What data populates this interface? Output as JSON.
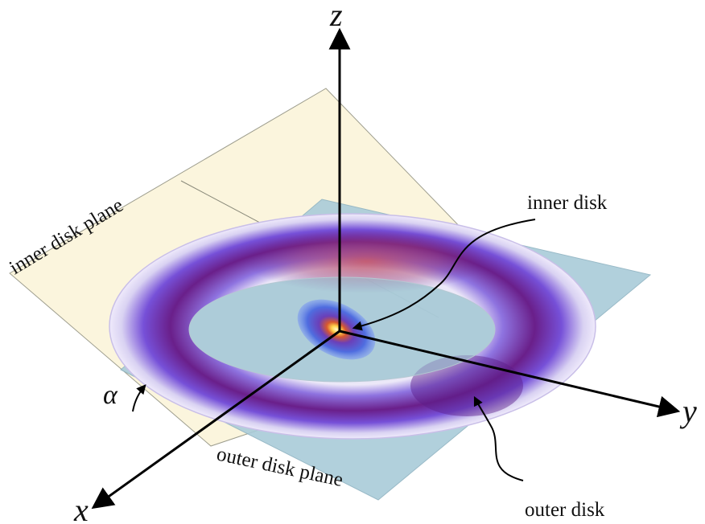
{
  "axes": {
    "x": "x",
    "y": "y",
    "z": "z"
  },
  "angle_label": "α",
  "labels": {
    "inner_disk": "inner disk",
    "outer_disk": "outer disk",
    "inner_disk_plane": "inner disk plane",
    "outer_disk_plane": "outer disk plane"
  },
  "colors": {
    "inner_plane_fill": "#fbf5dc",
    "outer_plane_fill": "#a9cbd9",
    "ring_light": "#e9e4f6",
    "ring_mid": "#6b4fd6",
    "ring_dark": "#6a1f8a",
    "ring_hot": "#c04050",
    "inner_disk_core": "#ffd24a"
  }
}
